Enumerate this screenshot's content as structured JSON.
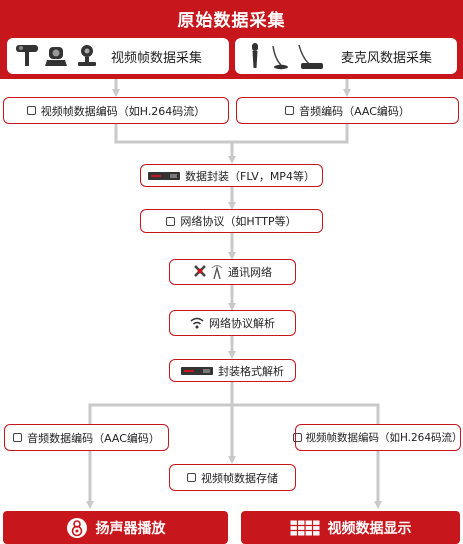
{
  "header": {
    "title": "原始数据采集"
  },
  "sources": {
    "video": {
      "label": "视频帧数据采集",
      "icons": [
        "ptz-camera-icon",
        "conference-camera-icon",
        "webcam-icon"
      ]
    },
    "mic": {
      "label": "麦克风数据采集",
      "icons": [
        "handheld-mic-icon",
        "gooseneck-mic-icon",
        "desktop-mic-icon"
      ]
    }
  },
  "nodes": {
    "video_encode": "视频帧数据编码（如H.264码流）",
    "audio_encode": "音频编码（AAC编码）",
    "packaging": "数据封装（FLV，MP4等）",
    "protocol": "网络协议（如HTTP等）",
    "network": "通讯网络",
    "protocol_parse": "网络协议解析",
    "format_parse": "封装格式解析",
    "audio_decode": "音频数据编码（AAC编码）",
    "video_decode": "视频帧数据编码（如H.264码流）",
    "video_store": "视频帧数据存储"
  },
  "footer": {
    "speaker": {
      "label": "扬声器播放",
      "icon": "speaker-icon"
    },
    "display": {
      "label": "视频数据显示",
      "icon": "video-wall-icon"
    }
  },
  "colors": {
    "accent": "#c8161d",
    "connector": "#c9c9c9",
    "chip": "#444444"
  }
}
